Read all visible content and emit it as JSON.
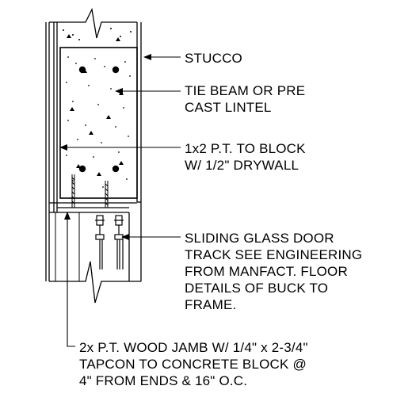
{
  "callouts": {
    "stucco": [
      "STUCCO"
    ],
    "tie_beam": [
      "TIE BEAM OR PRE",
      "CAST LINTEL"
    ],
    "one_by_two": [
      "1x2 P.T. TO BLOCK",
      "W/ 1/2\" DRYWALL"
    ],
    "sliding_door": [
      "SLIDING GLASS DOOR",
      "TRACK SEE ENGINEERING",
      "FROM MANFACT. FLOOR",
      "DETAILS OF BUCK TO",
      "FRAME."
    ],
    "wood_jamb": [
      "2x P.T. WOOD JAMB W/ 1/4\" x 2-3/4\"",
      "TAPCON TO CONCRETE BLOCK @",
      "4\" FROM ENDS & 16\" O.C."
    ]
  },
  "colors": {
    "ink": "#000000",
    "background": "#ffffff"
  }
}
